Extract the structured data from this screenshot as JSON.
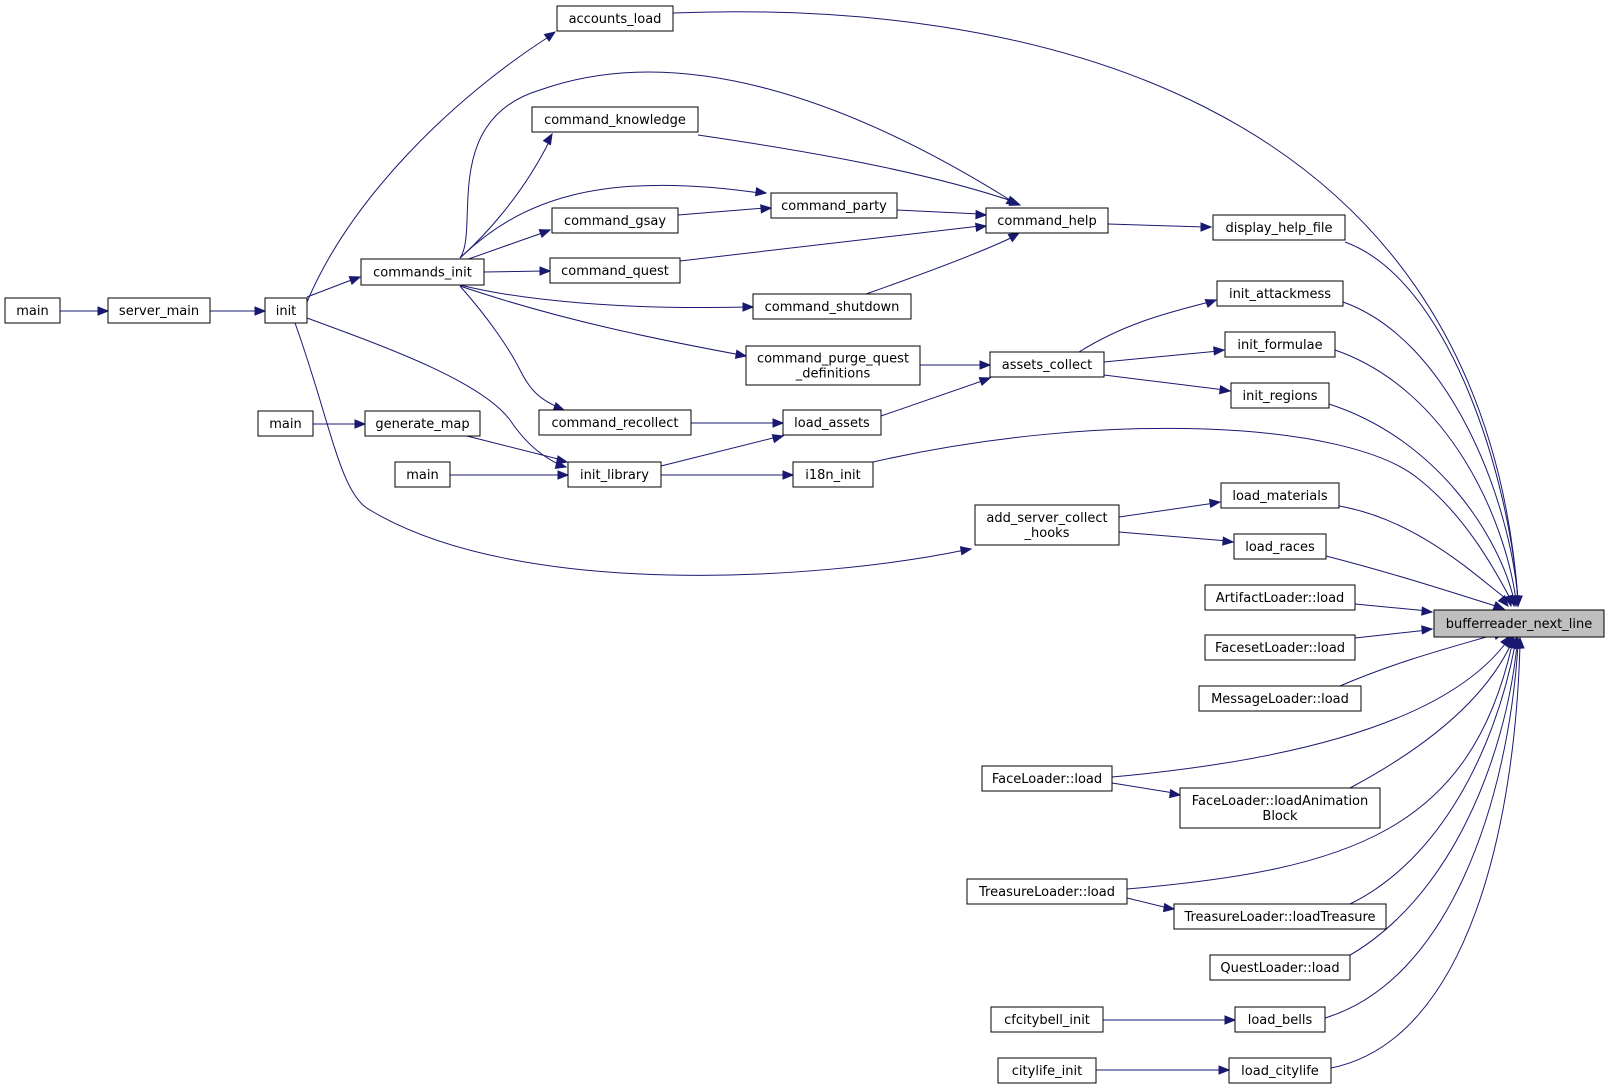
{
  "graph": {
    "edge_color": "#191970",
    "highlight_fill": "#bfbfbf",
    "nodes": [
      {
        "id": "bufferreader_next_line",
        "lines": [
          "bufferreader_next_line"
        ],
        "highlight": true
      },
      {
        "id": "accounts_load",
        "lines": [
          "accounts_load"
        ]
      },
      {
        "id": "init",
        "lines": [
          "init"
        ]
      },
      {
        "id": "server_main",
        "lines": [
          "server_main"
        ]
      },
      {
        "id": "main1",
        "lines": [
          "main"
        ]
      },
      {
        "id": "command_knowledge",
        "lines": [
          "command_knowledge"
        ]
      },
      {
        "id": "command_help",
        "lines": [
          "command_help"
        ]
      },
      {
        "id": "command_party",
        "lines": [
          "command_party"
        ]
      },
      {
        "id": "command_gsay",
        "lines": [
          "command_gsay"
        ]
      },
      {
        "id": "commands_init",
        "lines": [
          "commands_init"
        ]
      },
      {
        "id": "command_quest",
        "lines": [
          "command_quest"
        ]
      },
      {
        "id": "command_shutdown",
        "lines": [
          "command_shutdown"
        ]
      },
      {
        "id": "display_help_file",
        "lines": [
          "display_help_file"
        ]
      },
      {
        "id": "init_attackmess",
        "lines": [
          "init_attackmess"
        ]
      },
      {
        "id": "init_formulae",
        "lines": [
          "init_formulae"
        ]
      },
      {
        "id": "init_regions",
        "lines": [
          "init_regions"
        ]
      },
      {
        "id": "command_purge",
        "lines": [
          "command_purge_quest",
          "_definitions"
        ]
      },
      {
        "id": "assets_collect",
        "lines": [
          "assets_collect"
        ]
      },
      {
        "id": "main2",
        "lines": [
          "main"
        ]
      },
      {
        "id": "generate_map",
        "lines": [
          "generate_map"
        ]
      },
      {
        "id": "command_recollect",
        "lines": [
          "command_recollect"
        ]
      },
      {
        "id": "load_assets",
        "lines": [
          "load_assets"
        ]
      },
      {
        "id": "main3",
        "lines": [
          "main"
        ]
      },
      {
        "id": "init_library",
        "lines": [
          "init_library"
        ]
      },
      {
        "id": "i18n_init",
        "lines": [
          "i18n_init"
        ]
      },
      {
        "id": "load_materials",
        "lines": [
          "load_materials"
        ]
      },
      {
        "id": "add_server_collect_hooks",
        "lines": [
          "add_server_collect",
          "_hooks"
        ]
      },
      {
        "id": "load_races",
        "lines": [
          "load_races"
        ]
      },
      {
        "id": "artifact_loader",
        "lines": [
          "ArtifactLoader::load"
        ]
      },
      {
        "id": "faceset_loader",
        "lines": [
          "FacesetLoader::load"
        ]
      },
      {
        "id": "message_loader",
        "lines": [
          "MessageLoader::load"
        ]
      },
      {
        "id": "face_loader",
        "lines": [
          "FaceLoader::load"
        ]
      },
      {
        "id": "face_loader_anim",
        "lines": [
          "FaceLoader::loadAnimation",
          "Block"
        ]
      },
      {
        "id": "treasure_loader",
        "lines": [
          "TreasureLoader::load"
        ]
      },
      {
        "id": "treasure_loader_treasure",
        "lines": [
          "TreasureLoader::loadTreasure"
        ]
      },
      {
        "id": "quest_loader",
        "lines": [
          "QuestLoader::load"
        ]
      },
      {
        "id": "cfcitybell_init",
        "lines": [
          "cfcitybell_init"
        ]
      },
      {
        "id": "load_bells",
        "lines": [
          "load_bells"
        ]
      },
      {
        "id": "citylife_init",
        "lines": [
          "citylife_init"
        ]
      },
      {
        "id": "load_citylife",
        "lines": [
          "load_citylife"
        ]
      }
    ]
  }
}
